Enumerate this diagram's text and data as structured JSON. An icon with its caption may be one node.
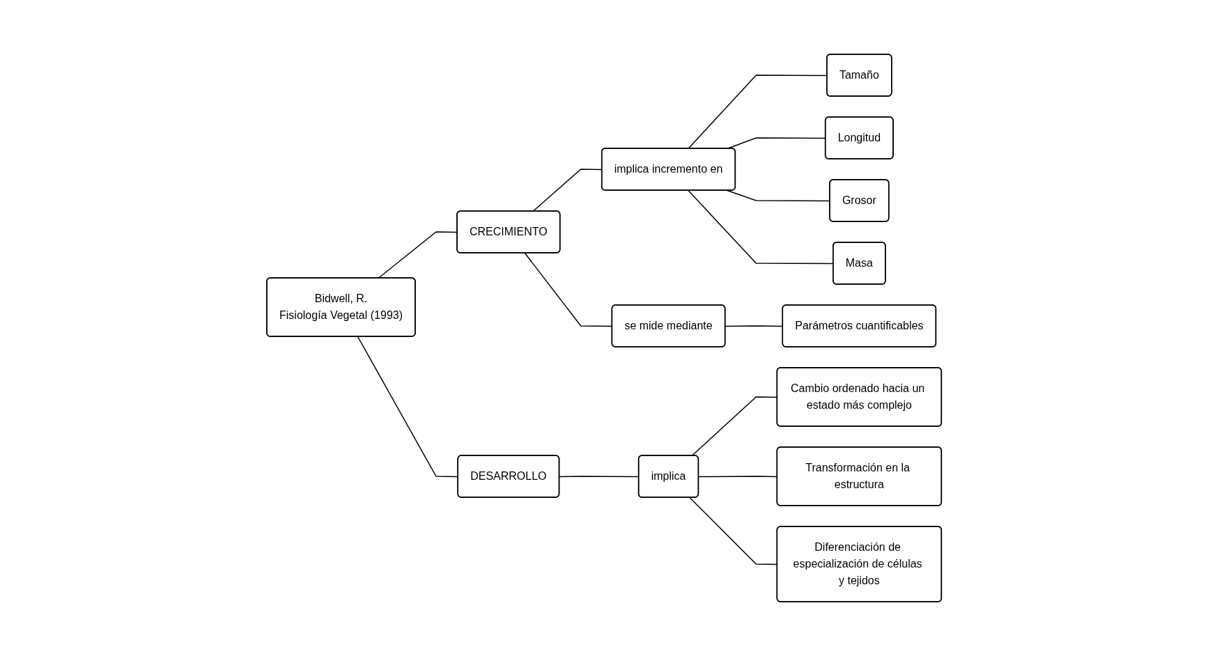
{
  "diagram": {
    "nodes": [
      {
        "text": [
          "Bidwell, R.",
          "Fisiología Vegetal (1993)"
        ]
      },
      {
        "text": [
          "CRECIMIENTO"
        ]
      },
      {
        "text": [
          "implica incremento en"
        ]
      },
      {
        "text": [
          "Tamaño"
        ]
      },
      {
        "text": [
          "Longitud"
        ]
      },
      {
        "text": [
          "Grosor"
        ]
      },
      {
        "text": [
          "Masa"
        ]
      },
      {
        "text": [
          "se mide mediante"
        ]
      },
      {
        "text": [
          "Parámetros cuantificables"
        ]
      },
      {
        "text": [
          "DESARROLLO"
        ]
      },
      {
        "text": [
          "implica"
        ]
      },
      {
        "text": [
          "Cambio ordenado hacia un estado más complejo"
        ]
      },
      {
        "text": [
          "Transformación en la estructura"
        ]
      },
      {
        "text": [
          "Diferenciación de especialización de células y tejidos"
        ]
      }
    ],
    "edges": [
      {
        "from": 0,
        "to": 1,
        "arrow": "none"
      },
      {
        "from": 0,
        "to": 9,
        "arrow": "none"
      },
      {
        "from": 1,
        "to": 2,
        "arrow": "none"
      },
      {
        "from": 1,
        "to": 7,
        "arrow": "none"
      },
      {
        "from": 2,
        "to": 3,
        "arrow": "none"
      },
      {
        "from": 2,
        "to": 4,
        "arrow": "none"
      },
      {
        "from": 2,
        "to": 5,
        "arrow": "none"
      },
      {
        "from": 2,
        "to": 6,
        "arrow": "none"
      },
      {
        "from": 7,
        "to": 8,
        "arrow": "none"
      },
      {
        "from": 9,
        "to": 10,
        "arrow": "none"
      },
      {
        "from": 10,
        "to": 11,
        "arrow": "none"
      },
      {
        "from": 10,
        "to": 12,
        "arrow": "none"
      },
      {
        "from": 10,
        "to": 13,
        "arrow": "none"
      }
    ]
  }
}
